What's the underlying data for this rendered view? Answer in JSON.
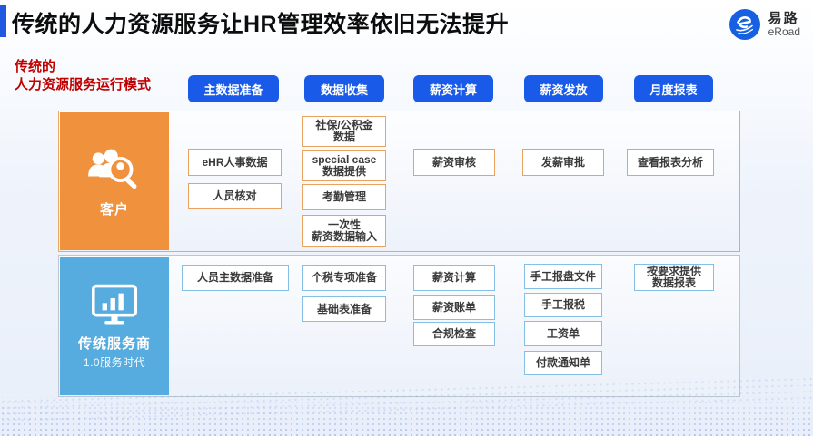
{
  "page": {
    "title": "传统的人力资源服务让HR管理效率依旧无法提升"
  },
  "logo": {
    "cn": "易路",
    "en": "eRoad"
  },
  "intro": {
    "line1": "传统的",
    "line2": "人力资源服务运行模式"
  },
  "stages": [
    {
      "label": "主数据准备"
    },
    {
      "label": "数据收集"
    },
    {
      "label": "薪资计算"
    },
    {
      "label": "薪资发放"
    },
    {
      "label": "月度报表"
    }
  ],
  "customer": {
    "label": "客户",
    "boxes": {
      "ehr": "eHR人事数据",
      "verify": "人员核对",
      "social": "社保/公积金\n数据",
      "special": "special case\n数据提供",
      "attendance": "考勤管理",
      "onetime": "一次性\n薪资数据输入",
      "review": "薪资审核",
      "approve": "发薪审批",
      "report": "查看报表分析"
    }
  },
  "provider": {
    "label": "传统服务商",
    "sublabel": "1.0服务时代",
    "boxes": {
      "master": "人员主数据准备",
      "tax_prep": "个税专项准备",
      "base_table": "基础表准备",
      "calc": "薪资计算",
      "bill": "薪资账单",
      "compliance": "合规检查",
      "manual_file": "手工报盘文件",
      "manual_tax": "手工报税",
      "payslip": "工资单",
      "payment_notice": "付款通知单",
      "custom_report": "按要求提供\n数据报表"
    }
  },
  "colors": {
    "stage_blue": "#1A5AE8",
    "customer_orange": "#F0913E",
    "provider_blue": "#56ABDF",
    "accent_red": "#C00000",
    "title_accent": "#2158E2"
  }
}
